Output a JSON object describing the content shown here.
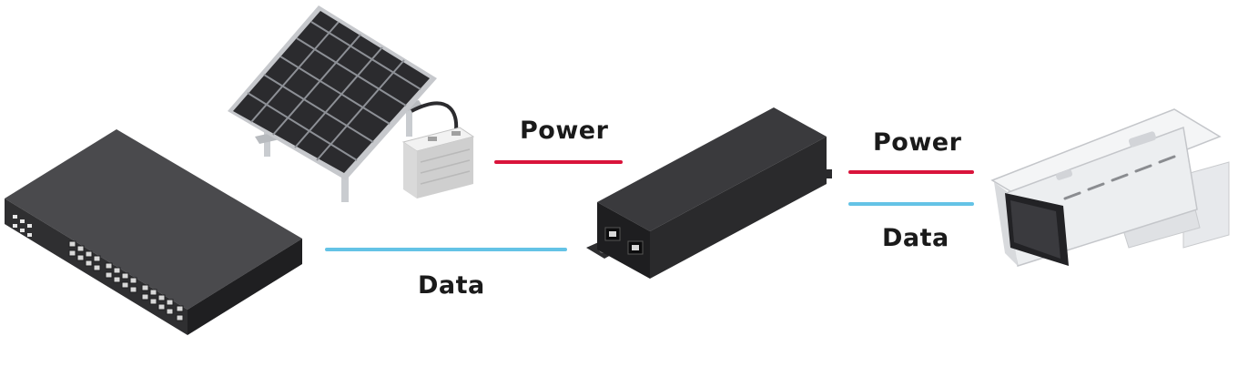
{
  "labels": {
    "power_left": "Power",
    "data_left": "Data",
    "power_right": "Power",
    "data_right": "Data"
  },
  "colors": {
    "power": "#d9143b",
    "data": "#64c3e6"
  },
  "devices": {
    "switch": "network-switch",
    "solar": "solar-panel",
    "battery": "battery",
    "injector": "poe-injector",
    "camera": "security-camera"
  }
}
